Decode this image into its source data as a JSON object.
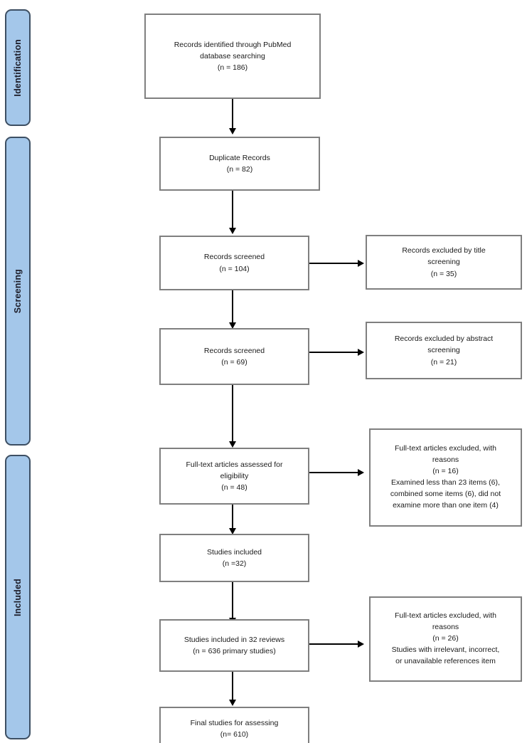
{
  "diagram": {
    "title": "PRISMA flow diagram",
    "accent_color": "#a4c7ea",
    "accent_border_color": "#3d4f63",
    "box_border_color": "#7f7f7f",
    "connector_color": "#000000"
  },
  "stages": [
    {
      "id": "identification",
      "label": "Identification"
    },
    {
      "id": "screening",
      "label": "Screening"
    },
    {
      "id": "included",
      "label": "Included"
    }
  ],
  "boxes": {
    "records_identified": "Records identified through PubMed\ndatabase searching\n(n = 186)",
    "duplicate_records": "Duplicate Records\n(n = 82)",
    "records_screened_title": "Records screened\n(n = 104)",
    "excluded_title": "Records excluded by title\nscreening\n(n = 35)",
    "records_screened_abstract": "Records screened\n(n = 69)",
    "excluded_abstract": "Records excluded by abstract\nscreening\n(n = 21)",
    "fulltext_assessed": "Full-text articles assessed for\neligibility\n(n = 48)",
    "excluded_fulltext_1": "Full-text articles excluded, with\nreasons\n(n = 16)\nExamined less than 23 items (6),\ncombined some items (6), did not\nexamine more than one item (4)",
    "studies_included": "Studies included\n(n =32)",
    "studies_included_reviews": "Studies included in 32 reviews\n(n = 636 primary studies)",
    "excluded_fulltext_2": "Full-text articles excluded, with\nreasons\n(n = 26)\nStudies with irrelevant, incorrect,\nor unavailable references item",
    "final_studies": "Final studies for assessing\n(n= 610)"
  },
  "counts": {
    "identified": 186,
    "duplicates": 82,
    "screened_title": 104,
    "excluded_title": 35,
    "screened_abstract": 69,
    "excluded_abstract": 21,
    "fulltext_assessed": 48,
    "excluded_fulltext_1": 16,
    "studies_included": 32,
    "reviews": 32,
    "primary_studies": 636,
    "excluded_fulltext_2": 26,
    "final_studies": 610
  }
}
